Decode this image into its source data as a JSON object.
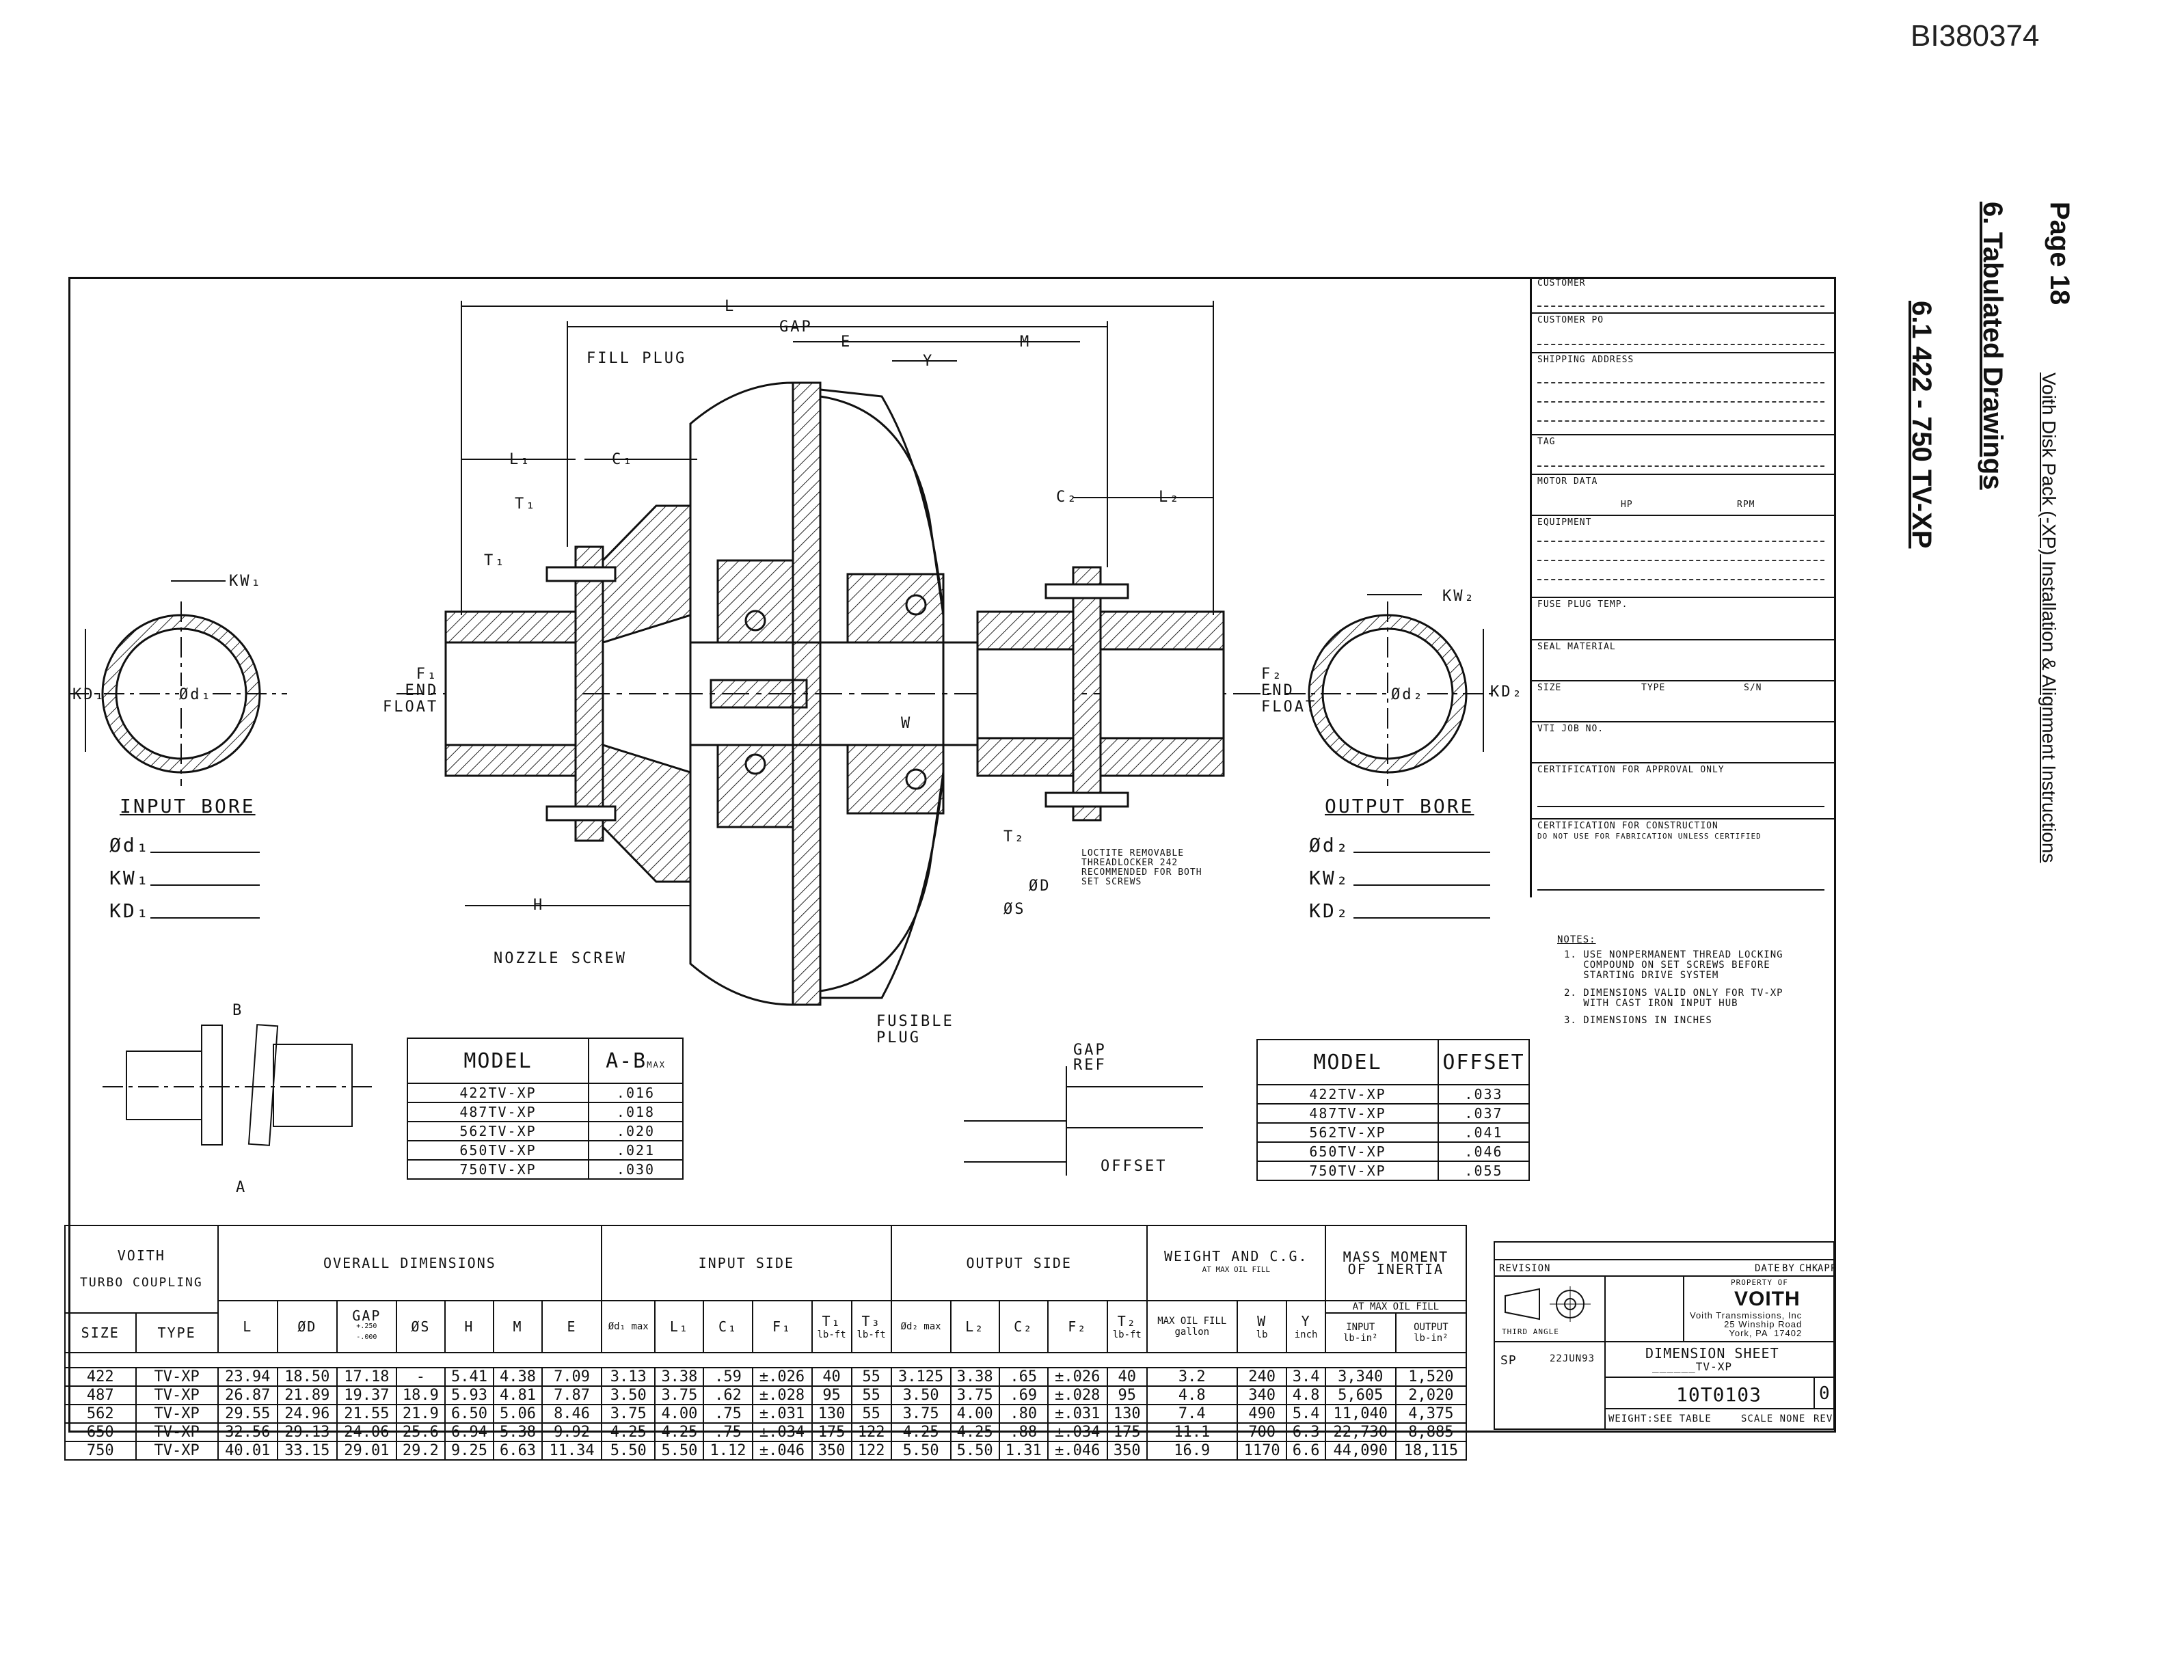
{
  "doc_id": "BI380374",
  "header": {
    "page": "Page 18",
    "manual_title": "Voith Disk Pack (-XP) Installation & Alignment Instructions",
    "section": "6. Tabulated Drawings",
    "subsection": "6.1 422 - 750 TV-XP"
  },
  "drawing": {
    "dim_labels": {
      "L": "L",
      "gap": "GAP",
      "E": "E",
      "M": "M",
      "Y": "Y",
      "L1": "L₁",
      "C1": "C₁",
      "C2": "C₂",
      "L2": "L₂",
      "T1_top": "T₁",
      "T1": "T₁",
      "T2": "T₂",
      "F1_end_float": "F₁\nEND\nFLOAT",
      "F2_end_float": "F₂\nEND\nFLOAT",
      "W": "W",
      "H": "H",
      "D": "ØD",
      "S": "ØS",
      "A": "A",
      "B": "B",
      "KW1": "KW₁",
      "KD1": "KD₁",
      "d1": "Ød₁",
      "KW2": "KW₂",
      "KD2": "KD₂",
      "d2": "Ød₂"
    },
    "callouts": {
      "fill_plug": "FILL PLUG",
      "nozzle_screw": "NOZZLE SCREW",
      "fusible_plug": "FUSIBLE\nPLUG",
      "loctite": "LOCTITE REMOVABLE\nTHREADLOCKER 242\nRECOMMENDED FOR BOTH\nSET SCREWS",
      "gap_ref": "GAP\nREF",
      "offset": "OFFSET"
    },
    "input_bore": {
      "title": "INPUT BORE",
      "fields": [
        "Ød₁",
        "KW₁",
        "KD₁"
      ]
    },
    "output_bore": {
      "title": "OUTPUT BORE",
      "fields": [
        "Ød₂",
        "KW₂",
        "KD₂"
      ]
    }
  },
  "ab_table": {
    "headers": [
      "MODEL",
      "A-B"
    ],
    "header_sub": "MAX",
    "rows": [
      [
        "422TV-XP",
        ".016"
      ],
      [
        "487TV-XP",
        ".018"
      ],
      [
        "562TV-XP",
        ".020"
      ],
      [
        "650TV-XP",
        ".021"
      ],
      [
        "750TV-XP",
        ".030"
      ]
    ]
  },
  "offset_table": {
    "headers": [
      "MODEL",
      "OFFSET"
    ],
    "rows": [
      [
        "422TV-XP",
        ".033"
      ],
      [
        "487TV-XP",
        ".037"
      ],
      [
        "562TV-XP",
        ".041"
      ],
      [
        "650TV-XP",
        ".046"
      ],
      [
        "750TV-XP",
        ".055"
      ]
    ]
  },
  "title_block": {
    "customer": "CUSTOMER",
    "customer_po": "CUSTOMER PO",
    "shipping_address": "SHIPPING ADDRESS",
    "tag": "TAG",
    "motor_data": "MOTOR DATA",
    "hp": "HP",
    "rpm": "RPM",
    "equipment": "EQUIPMENT",
    "fuse_plug_temp": "FUSE PLUG TEMP.",
    "seal_material": "SEAL MATERIAL",
    "size": "SIZE",
    "type": "TYPE",
    "sn": "S/N",
    "vti_job": "VTI JOB NO.",
    "cert_approval": "CERTIFICATION FOR APPROVAL ONLY",
    "cert_construction": "CERTIFICATION FOR CONSTRUCTION",
    "cert_note": "DO NOT USE FOR FABRICATION UNLESS CERTIFIED"
  },
  "notes": {
    "title": "NOTES:",
    "items": [
      "1. USE NONPERMANENT THREAD LOCKING\n   COMPOUND ON SET SCREWS BEFORE\n   STARTING DRIVE SYSTEM",
      "2. DIMENSIONS VALID ONLY FOR TV-XP\n   WITH CAST IRON INPUT HUB",
      "3. DIMENSIONS IN INCHES"
    ]
  },
  "main_table": {
    "group_headers": {
      "voith": "VOITH",
      "turbo": "TURBO COUPLING",
      "overall": "OVERALL DIMENSIONS",
      "input": "INPUT SIDE",
      "output": "OUTPUT SIDE",
      "weight": "WEIGHT AND C.G.",
      "weight_sub": "AT MAX OIL FILL",
      "mass": "MASS MOMENT\nOF INERTIA",
      "mass_sub": "AT MAX OIL FILL"
    },
    "columns": [
      "SIZE",
      "TYPE",
      "L",
      "ØD",
      "GAP",
      "ØS",
      "H",
      "M",
      "E",
      "Ød₁ max",
      "L₁",
      "C₁",
      "F₁",
      "T₁",
      "T₃",
      "Ød₂ max",
      "L₂",
      "C₂",
      "F₂",
      "T₂",
      "MAX OIL FILL",
      "W",
      "Y",
      "INPUT",
      "OUTPUT"
    ],
    "gap_sub": "+.250\n-.000",
    "units": [
      "",
      "",
      "",
      "",
      "",
      "",
      "",
      "",
      "",
      "",
      "",
      "",
      "",
      "lb-ft",
      "lb-ft",
      "",
      "",
      "",
      "",
      "lb-ft",
      "gallon",
      "lb",
      "inch",
      "lb-in²",
      "lb-in²"
    ],
    "rows": [
      [
        "422",
        "TV-XP",
        "23.94",
        "18.50",
        "17.18",
        "-",
        "5.41",
        "4.38",
        "7.09",
        "3.13",
        "3.38",
        ".59",
        "±.026",
        "40",
        "55",
        "3.125",
        "3.38",
        ".65",
        "±.026",
        "40",
        "3.2",
        "240",
        "3.4",
        "3,340",
        "1,520"
      ],
      [
        "487",
        "TV-XP",
        "26.87",
        "21.89",
        "19.37",
        "18.9",
        "5.93",
        "4.81",
        "7.87",
        "3.50",
        "3.75",
        ".62",
        "±.028",
        "95",
        "55",
        "3.50",
        "3.75",
        ".69",
        "±.028",
        "95",
        "4.8",
        "340",
        "4.8",
        "5,605",
        "2,020"
      ],
      [
        "562",
        "TV-XP",
        "29.55",
        "24.96",
        "21.55",
        "21.9",
        "6.50",
        "5.06",
        "8.46",
        "3.75",
        "4.00",
        ".75",
        "±.031",
        "130",
        "55",
        "3.75",
        "4.00",
        ".80",
        "±.031",
        "130",
        "7.4",
        "490",
        "5.4",
        "11,040",
        "4,375"
      ],
      [
        "650",
        "TV-XP",
        "32.56",
        "29.13",
        "24.06",
        "25.6",
        "6.94",
        "5.38",
        "9.92",
        "4.25",
        "4.25",
        ".75",
        "±.034",
        "175",
        "122",
        "4.25",
        "4.25",
        ".88",
        "±.034",
        "175",
        "11.1",
        "700",
        "6.3",
        "22,730",
        "8,885"
      ],
      [
        "750",
        "TV-XP",
        "40.01",
        "33.15",
        "29.01",
        "29.2",
        "9.25",
        "6.63",
        "11.34",
        "5.50",
        "5.50",
        "1.12",
        "±.046",
        "350",
        "122",
        "5.50",
        "5.50",
        "1.31",
        "±.046",
        "350",
        "16.9",
        "1170",
        "6.6",
        "44,090",
        "18,115"
      ]
    ]
  },
  "stamp_block": {
    "revision": "REVISION",
    "date": "DATE",
    "by": "BY",
    "chk": "CHK",
    "app": "APP",
    "third_angle": "THIRD ANGLE",
    "property_of": "PROPERTY OF",
    "company": "VOITH",
    "address": "Voith Transmissions, Inc\n25 Winship Road\nYork, PA  17402",
    "drawn_by": "SP",
    "drawn_date": "22JUN93",
    "title": "DIMENSION SHEET",
    "title_sub": "______TV-XP",
    "dwg_no": "10T0103",
    "rev": "0",
    "weight": "WEIGHT:SEE TABLE",
    "scale": "SCALE NONE",
    "rev_lbl": "REV"
  }
}
